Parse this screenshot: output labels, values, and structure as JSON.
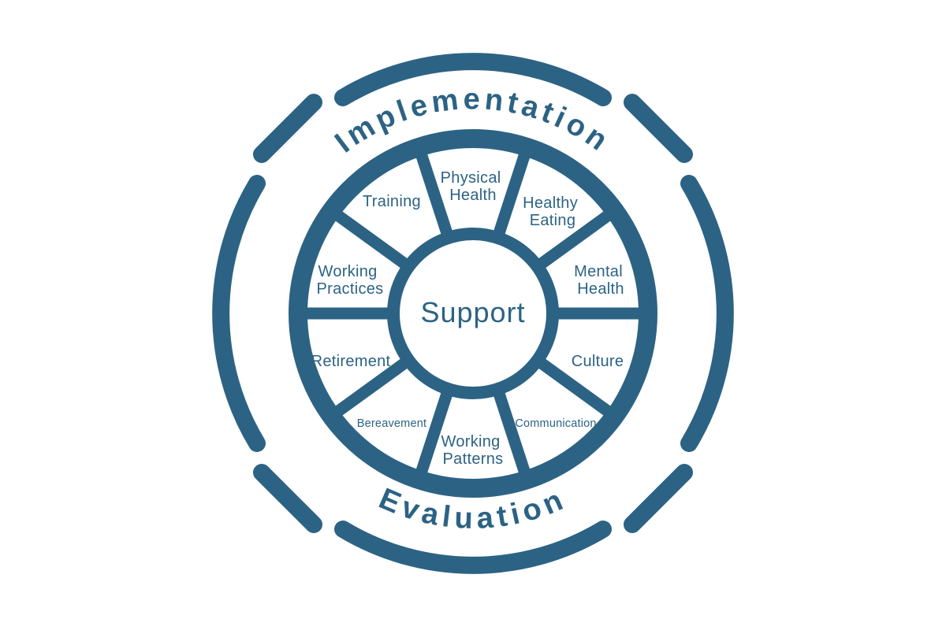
{
  "colors": {
    "ink": "#2c6384",
    "background": "#ffffff"
  },
  "diagram": {
    "title_top": "Implementation",
    "title_bottom": "Evaluation",
    "center": {
      "label": "Support"
    },
    "segments": [
      {
        "id": "physical-health",
        "label": "Physical Health",
        "lines": [
          "Physical",
          "Health"
        ]
      },
      {
        "id": "healthy-eating",
        "label": "Healthy Eating",
        "lines": [
          "Healthy",
          "Eating"
        ]
      },
      {
        "id": "mental-health",
        "label": "Mental Health",
        "lines": [
          "Mental",
          "Health"
        ]
      },
      {
        "id": "culture",
        "label": "Culture",
        "lines": [
          "Culture"
        ]
      },
      {
        "id": "communication",
        "label": "Communication",
        "lines": [
          "Communication"
        ]
      },
      {
        "id": "working-patterns",
        "label": "Working Patterns",
        "lines": [
          "Working",
          "Patterns"
        ]
      },
      {
        "id": "bereavement",
        "label": "Bereavement",
        "lines": [
          "Bereavement"
        ]
      },
      {
        "id": "retirement",
        "label": "Retirement",
        "lines": [
          "Retirement"
        ]
      },
      {
        "id": "working-practices",
        "label": "Working Practices",
        "lines": [
          "Working",
          "Practices"
        ]
      },
      {
        "id": "training",
        "label": "Training",
        "lines": [
          "Training"
        ]
      }
    ]
  }
}
